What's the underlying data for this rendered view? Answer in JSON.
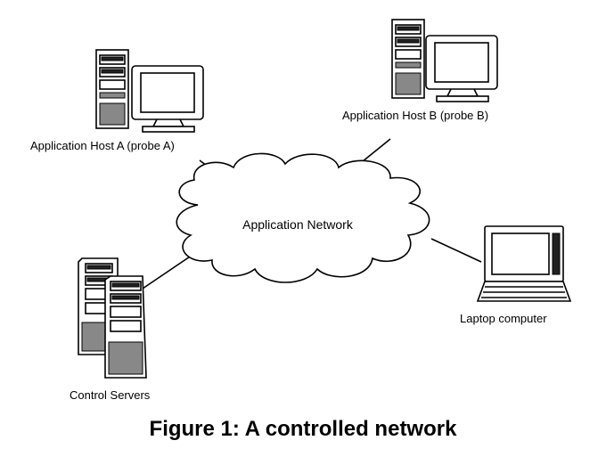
{
  "labels": {
    "host_a": "Application Host A (probe A)",
    "host_b": "Application Host B (probe B)",
    "network": "Application Network",
    "laptop": "Laptop computer",
    "servers": "Control Servers"
  },
  "caption": "Figure 1: A controlled network"
}
